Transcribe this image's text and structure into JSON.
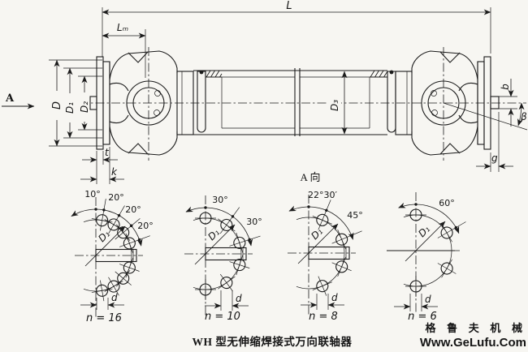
{
  "caption": "WH 型无伸缩焊接式万向联轴器",
  "watermark": {
    "line1": "格 鲁 夫 机 械",
    "line2": "Www.GeLufu.Com",
    "color": "#f09494"
  },
  "main_view": {
    "view_label": "A 向",
    "arrow_label": "A",
    "dim_labels": {
      "L": "L",
      "Lm": "Lₘ",
      "D": "D",
      "D1": "D₁",
      "D2": "D₂",
      "D3": "D₃",
      "b": "b",
      "beta": "β",
      "g": "g",
      "t": "t",
      "k": "k"
    }
  },
  "bolt_patterns": [
    {
      "count_label": "n = 16",
      "bolt_circle_label": "D₁",
      "hole_dia_label": "d",
      "angle_labels": [
        "10°",
        "20°",
        "20°",
        "20°"
      ],
      "hole_angles_deg": [
        10,
        30,
        50,
        70,
        110,
        130,
        150,
        170
      ]
    },
    {
      "count_label": "n = 10",
      "bolt_circle_label": "D₁",
      "hole_dia_label": "d",
      "angle_labels": [
        "30°",
        "30°"
      ],
      "hole_angles_deg": [
        0,
        36,
        72,
        108,
        144,
        180
      ]
    },
    {
      "count_label": "n = 8",
      "bolt_circle_label": "D₁",
      "hole_dia_label": "d",
      "angle_labels": [
        "22°30′",
        "45°"
      ],
      "hole_angles_deg": [
        22.5,
        67.5,
        112.5,
        157.5
      ]
    },
    {
      "count_label": "n = 6",
      "bolt_circle_label": "D₁",
      "hole_dia_label": "d",
      "angle_labels": [
        "60°"
      ],
      "hole_angles_deg": [
        0,
        60,
        120,
        180
      ]
    }
  ]
}
